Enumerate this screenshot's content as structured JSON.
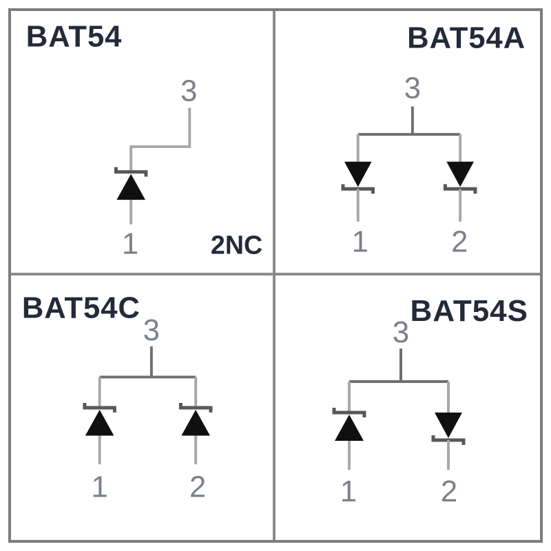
{
  "diagram": {
    "kind": "schottky-diode-pinning-diagram",
    "cells": [
      {
        "title": "BAT54",
        "pin3": "3",
        "pin1": "1",
        "note": "2NC"
      },
      {
        "title": "BAT54A",
        "pin3": "3",
        "pin1": "1",
        "pin2": "2"
      },
      {
        "title": "BAT54C",
        "pin3": "3",
        "pin1": "1",
        "pin2": "2"
      },
      {
        "title": "BAT54S",
        "pin3": "3",
        "pin1": "1",
        "pin2": "2"
      }
    ],
    "colors": {
      "frame": "#7d7d7d",
      "title_text": "#232b3a",
      "pin_text": "#7b8089",
      "wire": "#a8a8a8",
      "trunk": "#6f6f6f",
      "cathode_bar": "#585858",
      "diode_fill": "#101010",
      "background": "#ffffff"
    }
  }
}
